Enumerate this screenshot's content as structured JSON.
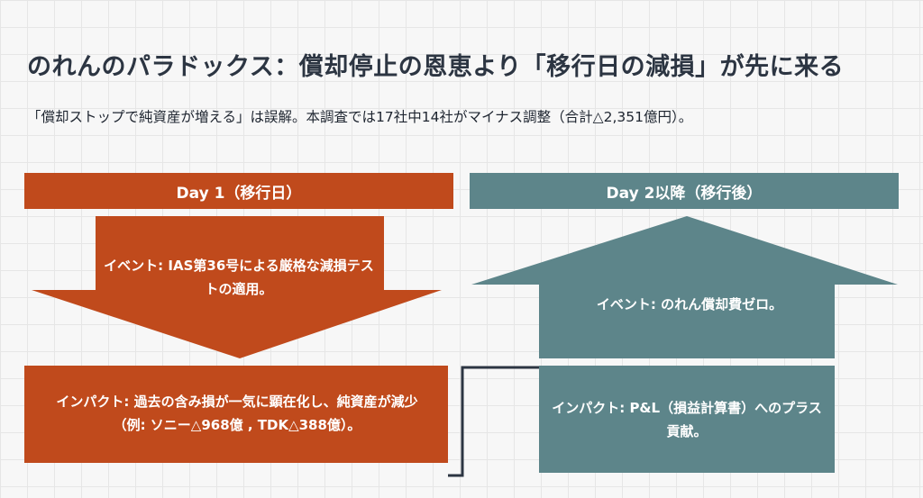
{
  "title": "のれんのパラドックス：償却停止の恩恵より「移行日の減損」が先に来る",
  "subtitle": "「償却ストップで純資産が増える」は誤解。本調査では17社中14社がマイナス調整（合計△2,351億円）。",
  "colors": {
    "day1": "#c04a1c",
    "day2": "#5d858a",
    "connector": "#2c3542"
  },
  "day1": {
    "header": "Day 1（移行日）",
    "event": "イベント: IAS第36号による厳格な減損テストの適用。",
    "impact": "インパクト: 過去の含み損が一気に顕在化し、純資産が減少（例: ソニー△968億 , TDK△388億）。"
  },
  "day2": {
    "header": "Day 2以降（移行後）",
    "event": "イベント: のれん償却費ゼロ。",
    "impact": "インパクト: P&L（損益計算書）へのプラス貢献。"
  }
}
